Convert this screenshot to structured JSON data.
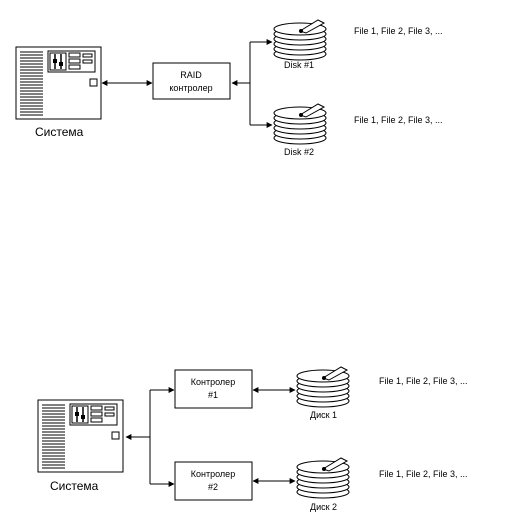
{
  "diagram1": {
    "system_label": "Система",
    "controller": {
      "line1": "RAID",
      "line2": "контролер"
    },
    "disks": [
      {
        "name": "Disk #1",
        "files": "File 1, File 2, File 3, ..."
      },
      {
        "name": "Disk #2",
        "files": "File 1, File 2, File 3, ..."
      }
    ]
  },
  "diagram2": {
    "system_label": "Система",
    "controllers": [
      {
        "line1": "Контролер",
        "line2": "#1"
      },
      {
        "line1": "Контролер",
        "line2": "#2"
      }
    ],
    "disks": [
      {
        "name": "Диск 1",
        "files": "File 1, File 2, File 3, ..."
      },
      {
        "name": "Диск 2",
        "files": "File 1, File 2, File 3, ..."
      }
    ]
  }
}
